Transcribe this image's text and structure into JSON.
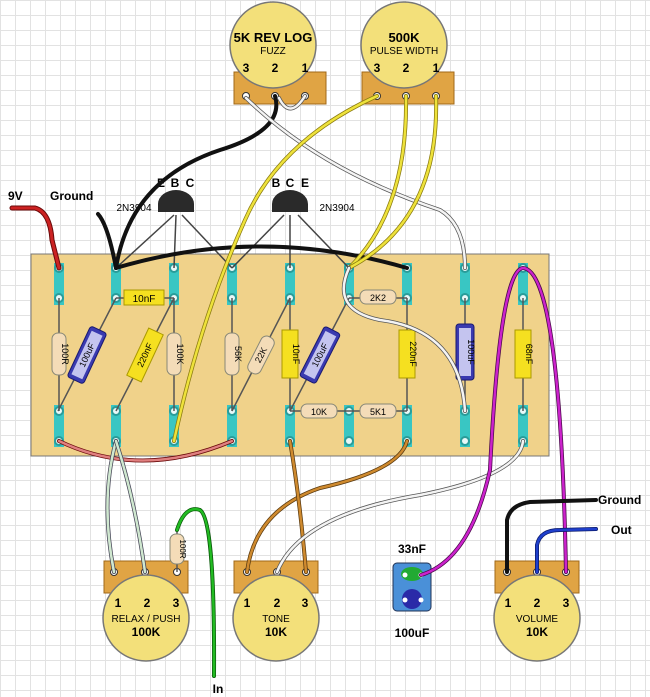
{
  "pots": {
    "fuzz": {
      "value": "5K REV LOG",
      "name": "FUZZ",
      "pins": [
        "3",
        "2",
        "1"
      ]
    },
    "pulse": {
      "value": "500K",
      "name": "PULSE WIDTH",
      "pins": [
        "3",
        "2",
        "1"
      ]
    },
    "relax": {
      "value": "100K",
      "name": "RELAX / PUSH",
      "pins": [
        "1",
        "2",
        "3"
      ]
    },
    "tone": {
      "value": "10K",
      "name": "TONE",
      "pins": [
        "1",
        "2",
        "3"
      ]
    },
    "volume": {
      "value": "10K",
      "name": "VOLUME",
      "pins": [
        "1",
        "2",
        "3"
      ]
    }
  },
  "transistors": {
    "q1": {
      "model": "2N3904",
      "pins": [
        "E",
        "B",
        "C"
      ]
    },
    "q2": {
      "model": "2N3904",
      "pins": [
        "B",
        "C",
        "E"
      ]
    }
  },
  "components": {
    "c10n_top": "10nF",
    "r100r": "100R",
    "c100u_a": "100uF",
    "c220n_a": "220nF",
    "r100k": "100K",
    "r56k": "56K",
    "r22k": "22K",
    "c10n_b": "10nF",
    "c100u_b": "100uF",
    "r2k2": "2K2",
    "c220n_b": "220nF",
    "c100u_c": "100uF",
    "c68n": "68nF",
    "r10k": "10K",
    "r5k1": "5K1",
    "r100r_relax": "100R"
  },
  "labels": {
    "v9": "9V",
    "ground_left": "Ground",
    "ground_right": "Ground",
    "out": "Out",
    "in": "In",
    "cap33n": "33nF",
    "cap100u": "100uF"
  },
  "colors": {
    "board": "#f0d28a",
    "trace": "#39c6c3",
    "pot_body": "#f3e07a",
    "pot_tab": "#e0a444",
    "wire_red": "#cc2222",
    "wire_black": "#111111",
    "wire_yellow": "#eee23b",
    "wire_white": "#f4f4f4",
    "wire_orange": "#cf8a2e",
    "wire_magenta": "#cc22cc",
    "wire_green": "#22bb22",
    "wire_blue": "#1f3fcc",
    "cap_film": "#f5e020",
    "cap_elec": "#3a3ab0",
    "resistor": "#f4dcb8"
  }
}
